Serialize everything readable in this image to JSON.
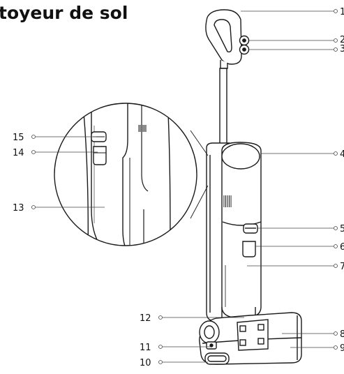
{
  "title": "toyeur de sol",
  "callouts": {
    "c1": "1",
    "c2": "2",
    "c3": "3",
    "c4": "4",
    "c5": "5",
    "c6": "6",
    "c7": "7",
    "c8": "8",
    "c9": "9",
    "c10": "10",
    "c11": "11",
    "c12": "12",
    "c13": "13",
    "c14": "14",
    "c15": "15"
  }
}
